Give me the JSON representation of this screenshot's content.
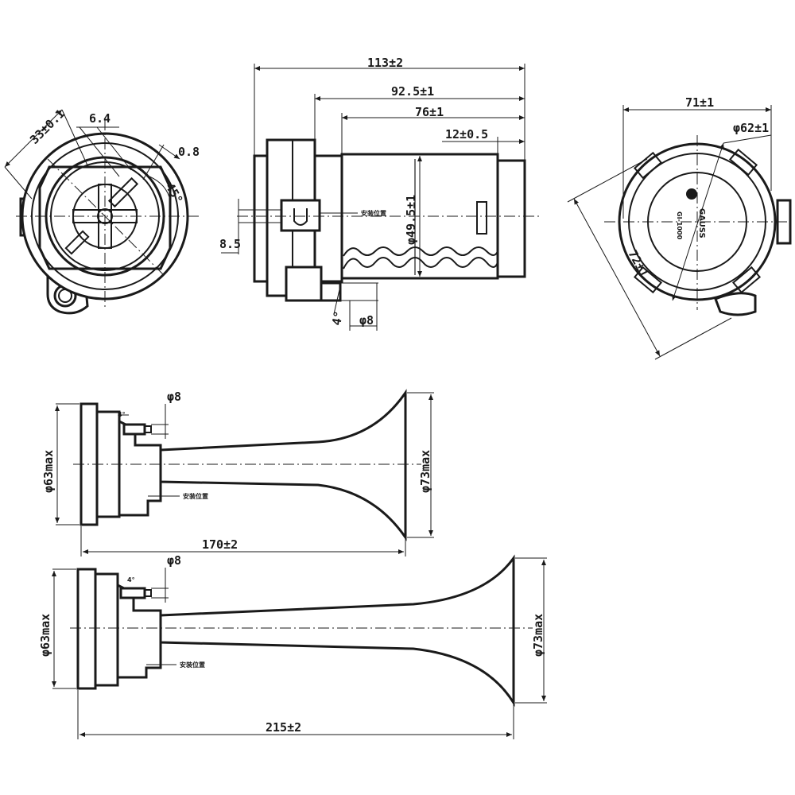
{
  "top_view": {
    "overall_length": "113±2",
    "body_length": "92.5±1",
    "can_length": "76±1",
    "cap_length": "12±0.5",
    "can_diameter": "φ49.5±1",
    "inlet_offset": "8.5",
    "nozzle_angle": "4°",
    "nozzle_diameter": "φ8",
    "mount_label": "安装位置"
  },
  "left_view": {
    "bolt_dim": "33±0.1",
    "slot_width": "6.4",
    "edge_dim": "0.8",
    "angle": "45°"
  },
  "right_view": {
    "width": "71±1",
    "diameter": "φ62±1",
    "height": "72±1",
    "brand": "GAUSS",
    "model": "GI-1000"
  },
  "short_horn": {
    "nozzle_diameter": "φ8",
    "nozzle_angle": "4°",
    "base_diameter": "φ63max",
    "bell_diameter": "φ73max",
    "length": "170±2",
    "mount_label": "安装位置"
  },
  "long_horn": {
    "nozzle_diameter": "φ8",
    "nozzle_angle": "4°",
    "base_diameter": "φ63max",
    "bell_diameter": "φ73max",
    "length": "215±2",
    "mount_label": "安装位置"
  }
}
